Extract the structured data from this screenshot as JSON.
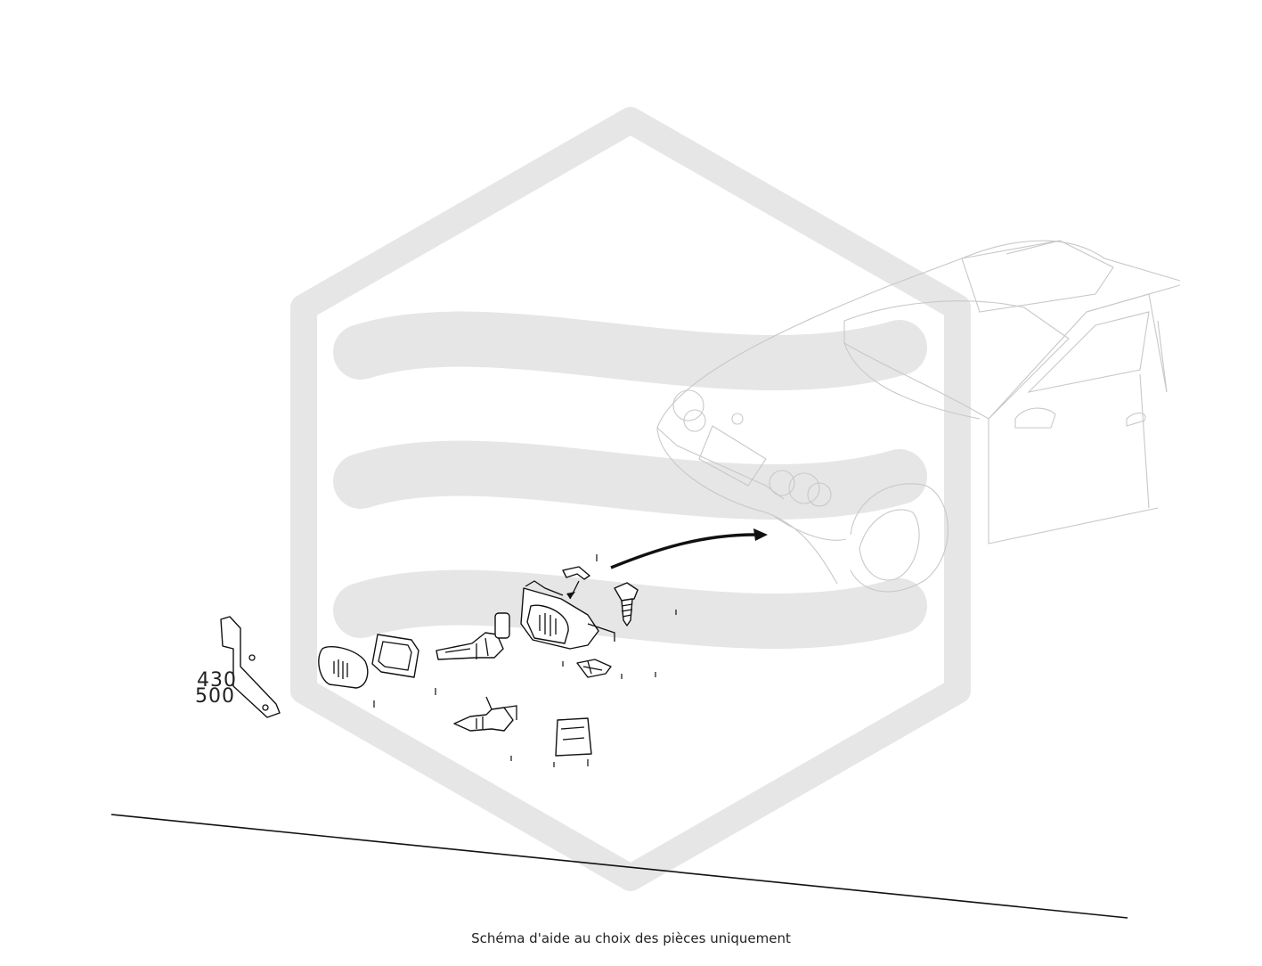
{
  "labels": {
    "part_number_1": "430",
    "part_number_2": "500"
  },
  "caption": "Schéma d'aide au choix des pièces uniquement",
  "colors": {
    "watermark": "#e6e6e6",
    "line_art": "#111111",
    "car_outline": "#c8c8c8"
  }
}
